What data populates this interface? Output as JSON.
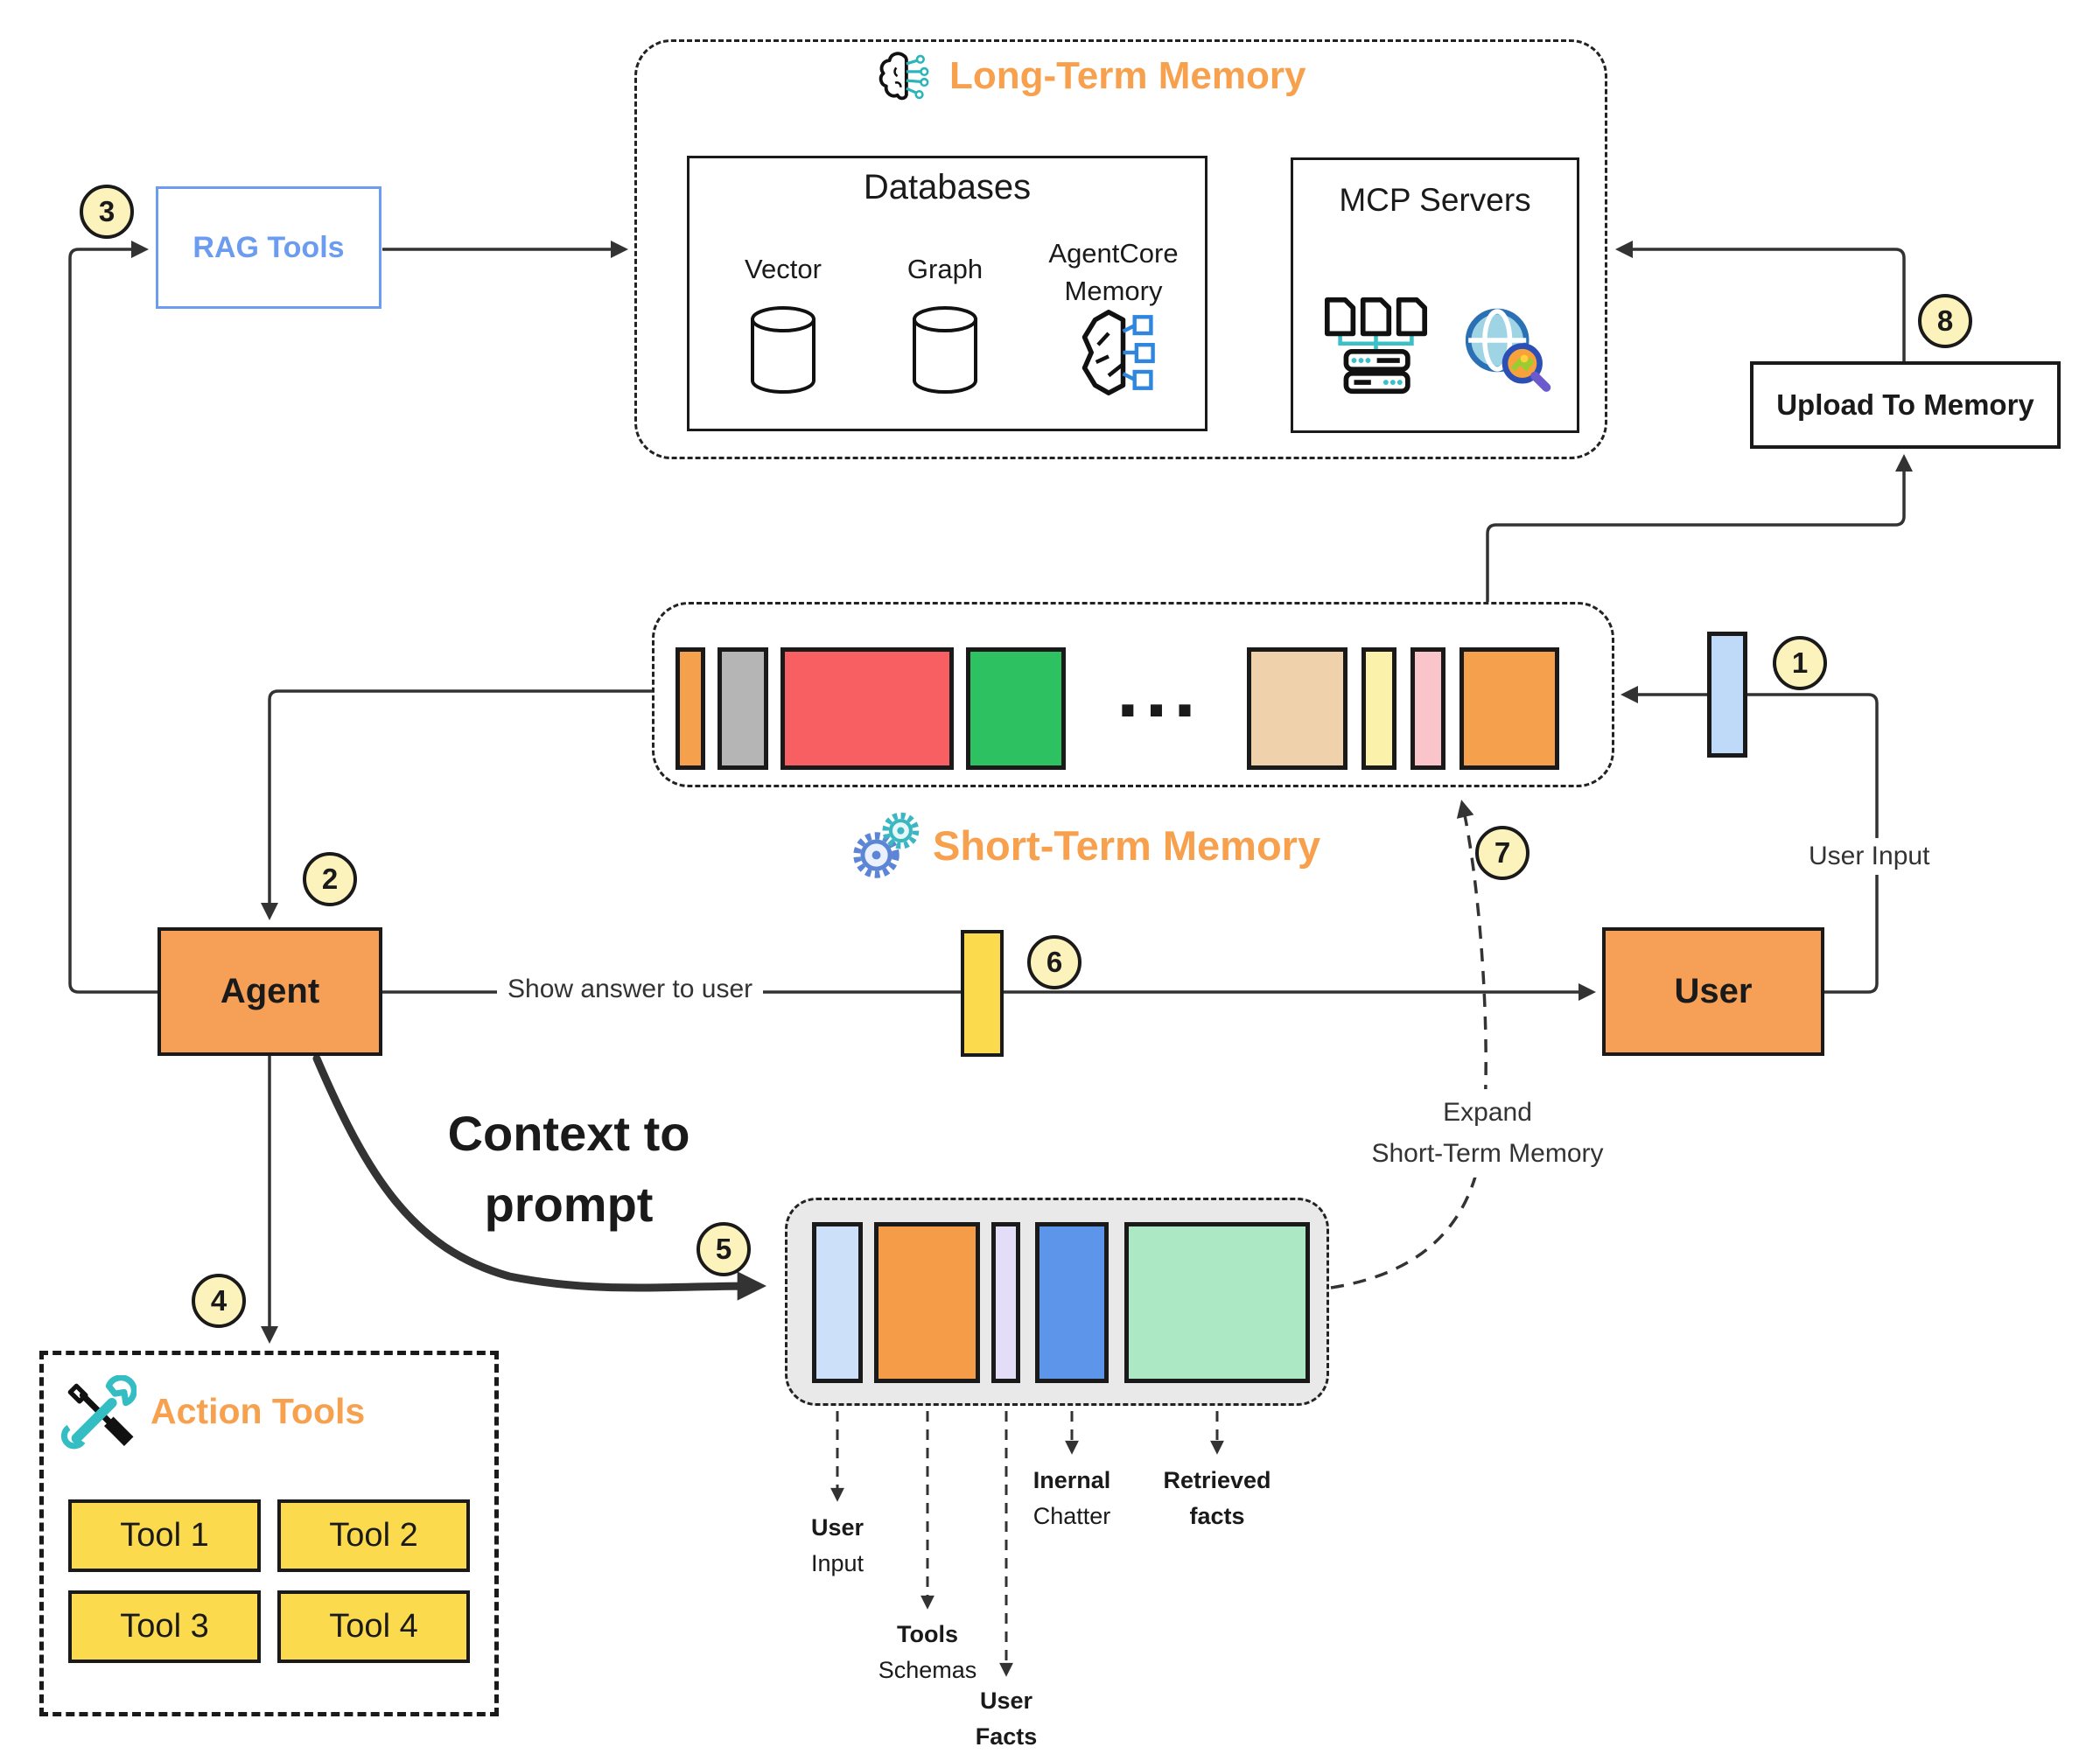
{
  "colors": {
    "stroke": "#333333",
    "accent_orange": "#F7A14E",
    "node_orange": "#F6A057",
    "step_circle_fill": "#FBF2BC",
    "rag_blue": "#6C9CEF",
    "tool_yellow": "#FBDB4D",
    "answer_token": "#FBDB4D",
    "input_token": "#BFD9F9",
    "prompt_box_bg": "#E9E9E9",
    "stm_tokens": [
      "#F5A04D",
      "#B5B5B5",
      "#F75F63",
      "#2EC162",
      "#EFD2AC",
      "#FCF1AB",
      "#F9C5CB",
      "#F5A04D"
    ],
    "prompt_tokens": [
      "#CCE0FA",
      "#F59C49",
      "#E4DDF8",
      "#5D95EA",
      "#ACE8C4"
    ]
  },
  "step_labels": [
    "1",
    "2",
    "3",
    "4",
    "5",
    "6",
    "7",
    "8"
  ],
  "long_term_memory": {
    "title": "Long-Term Memory",
    "databases": {
      "title": "Databases",
      "vector": "Vector",
      "graph": "Graph",
      "agentcore": "AgentCore\nMemory"
    },
    "mcp": {
      "title": "MCP Servers"
    }
  },
  "rag": {
    "label": "RAG Tools"
  },
  "upload": {
    "label": "Upload To Memory"
  },
  "short_term_memory": {
    "title": "Short-Term Memory",
    "ellipsis": "..."
  },
  "agent": {
    "label": "Agent"
  },
  "user": {
    "label": "User"
  },
  "edges": {
    "show_answer": "Show answer to user",
    "user_input": "User Input",
    "context_to_prompt": "Context to\nprompt",
    "expand": "Expand\nShort-Term Memory"
  },
  "prompt": {
    "labels": [
      {
        "l1": "User",
        "l2": "Input"
      },
      {
        "l1": "Tools",
        "l2": "Schemas"
      },
      {
        "l1": "User",
        "l2": "Facts"
      },
      {
        "l1": "Inernal",
        "l2": "Chatter"
      },
      {
        "l1": "Retrieved",
        "l2": "facts"
      }
    ]
  },
  "action_tools": {
    "title": "Action Tools",
    "tools": [
      "Tool 1",
      "Tool 2",
      "Tool 3",
      "Tool 4"
    ]
  }
}
